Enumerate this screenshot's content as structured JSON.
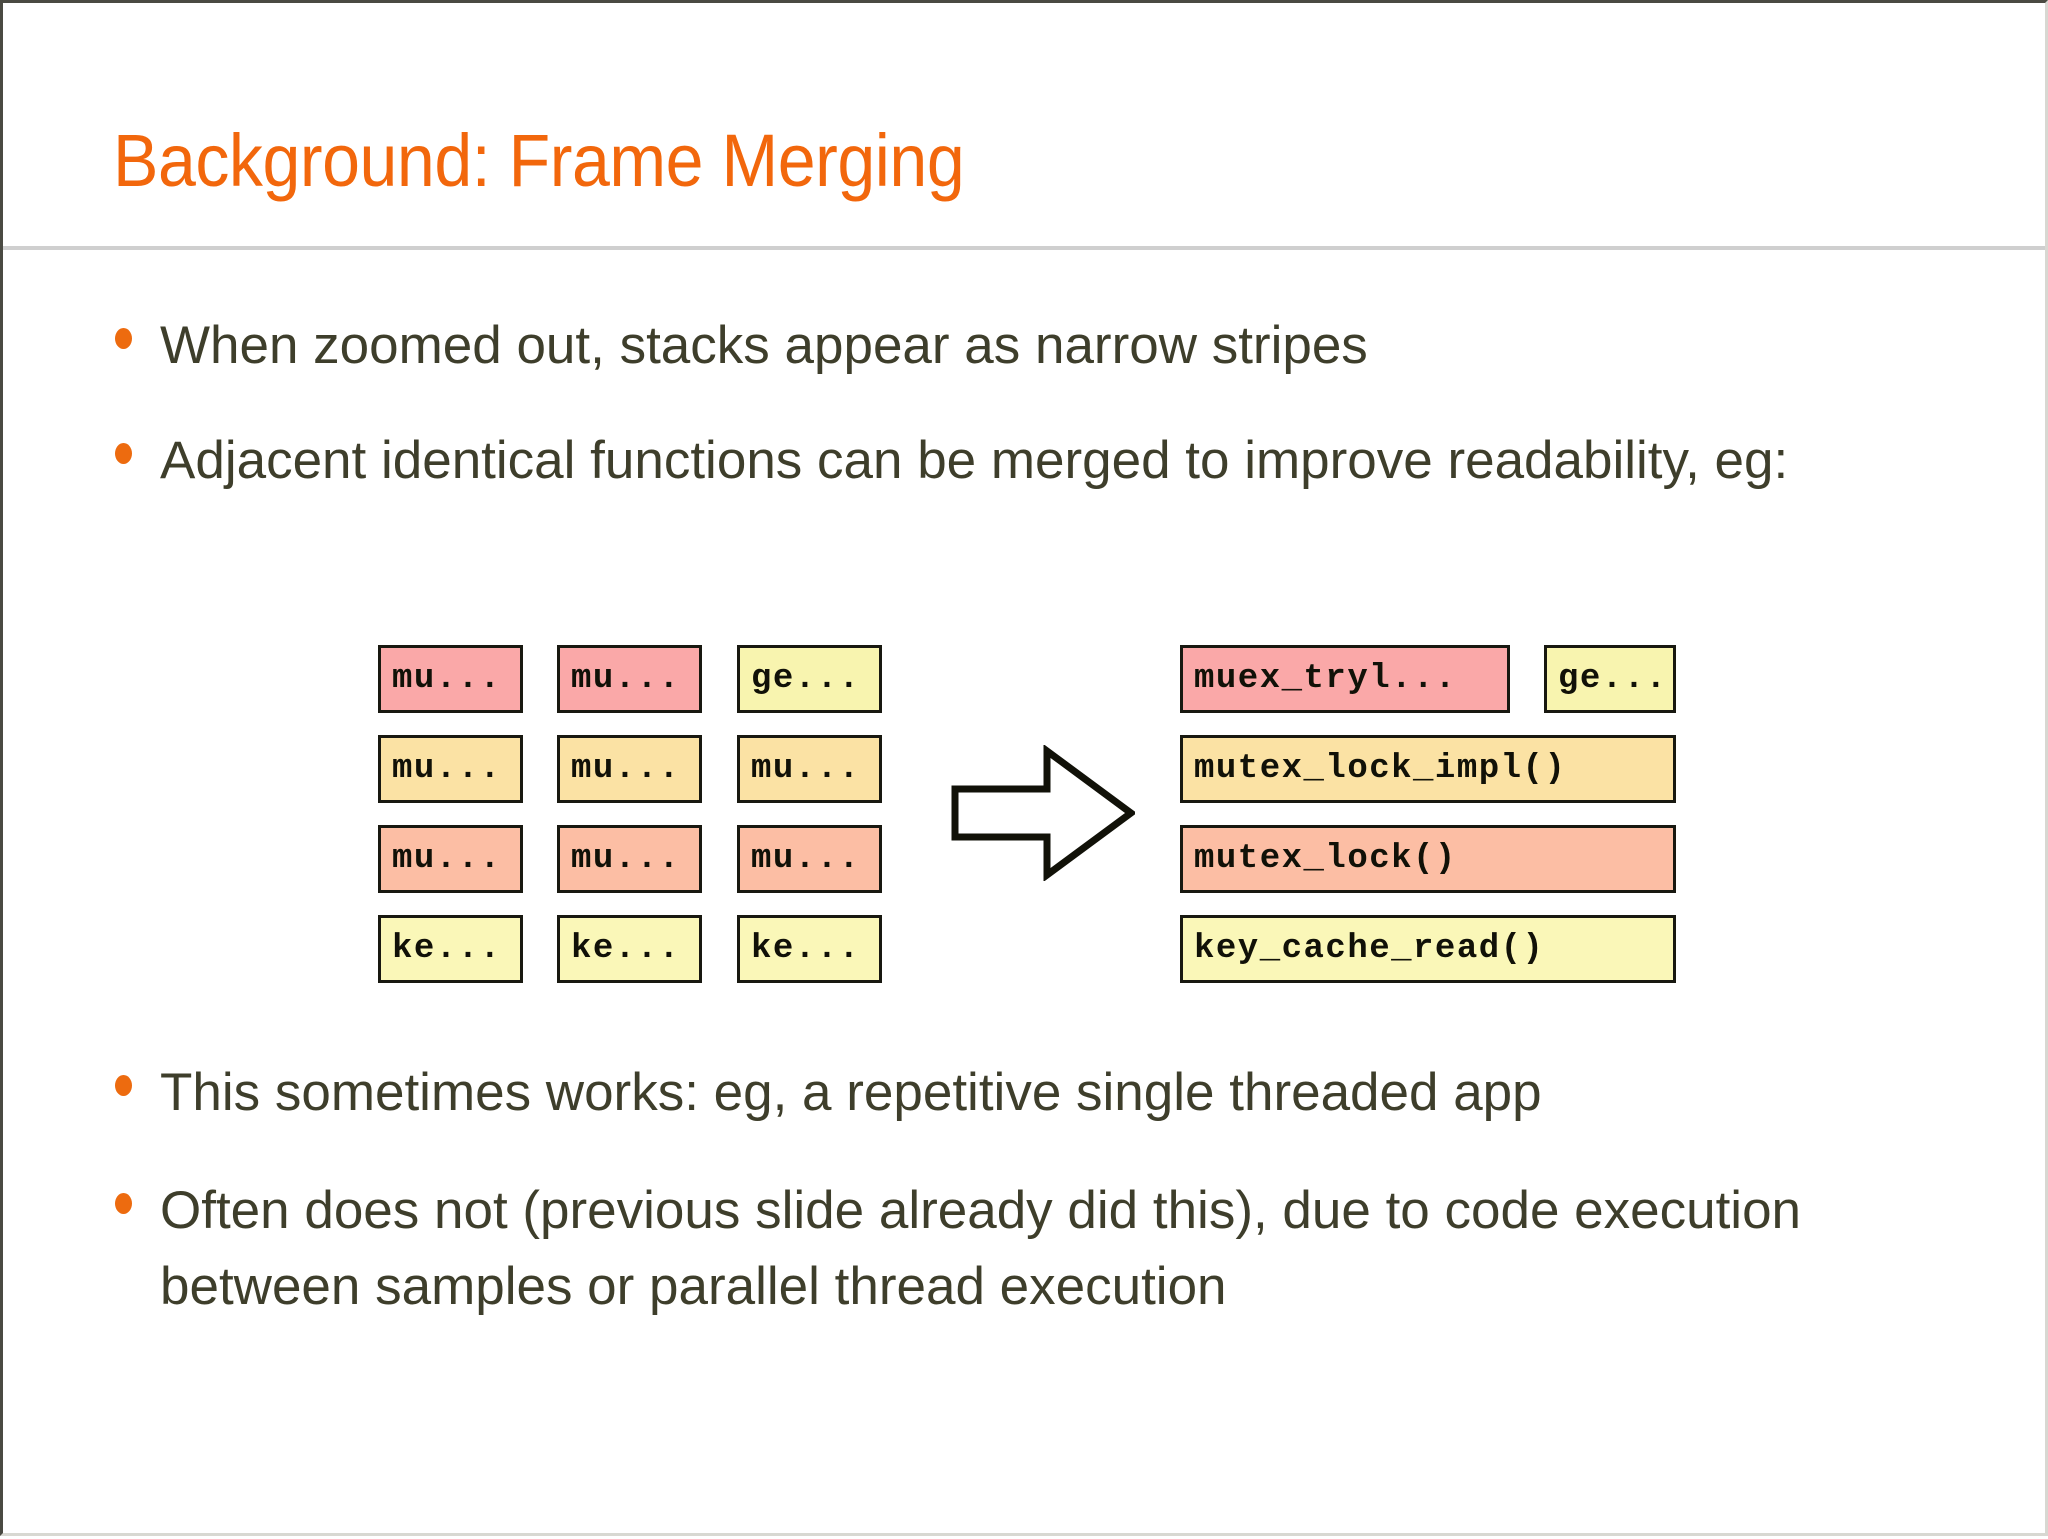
{
  "slide": {
    "title": "Background: Frame Merging",
    "accent_color": "#F2670C",
    "text_color": "#3E3E2B",
    "bullet_color": "#ED6B0F",
    "bullets": [
      "When zoomed out, stacks appear as narrow stripes",
      "Adjacent identical functions can be merged to improve readability, eg:",
      "This sometimes works: eg, a repetitive single threaded app",
      "Often does not (previous slide already did this), due to code execution between samples or parallel thread execution"
    ]
  },
  "diagram": {
    "arrow_icon": "right-block-arrow-icon",
    "before": {
      "rows": [
        {
          "cells": [
            {
              "label": "mu...",
              "color": "#FAA8A8"
            },
            {
              "label": "mu...",
              "color": "#FAA8A8"
            },
            {
              "label": "ge...",
              "color": "#F8F4AF"
            }
          ]
        },
        {
          "cells": [
            {
              "label": "mu...",
              "color": "#FBE2A4"
            },
            {
              "label": "mu...",
              "color": "#FBE2A4"
            },
            {
              "label": "mu...",
              "color": "#FBE2A4"
            }
          ]
        },
        {
          "cells": [
            {
              "label": "mu...",
              "color": "#FCBEA4"
            },
            {
              "label": "mu...",
              "color": "#FCBEA4"
            },
            {
              "label": "mu...",
              "color": "#FCBEA4"
            }
          ]
        },
        {
          "cells": [
            {
              "label": "ke...",
              "color": "#FAF7B8"
            },
            {
              "label": "ke...",
              "color": "#FAF7B8"
            },
            {
              "label": "ke...",
              "color": "#FAF7B8"
            }
          ]
        }
      ]
    },
    "after": {
      "rows": [
        {
          "cells": [
            {
              "label": "muex_tryl...",
              "color": "#FAA8A8"
            },
            {
              "label": "ge...",
              "color": "#F8F4AF"
            }
          ]
        },
        {
          "cells": [
            {
              "label": "mutex_lock_impl()",
              "color": "#FBE2A4"
            }
          ]
        },
        {
          "cells": [
            {
              "label": "mutex_lock()",
              "color": "#FCBEA4"
            }
          ]
        },
        {
          "cells": [
            {
              "label": "key_cache_read()",
              "color": "#FAF7B8"
            }
          ]
        }
      ]
    }
  }
}
